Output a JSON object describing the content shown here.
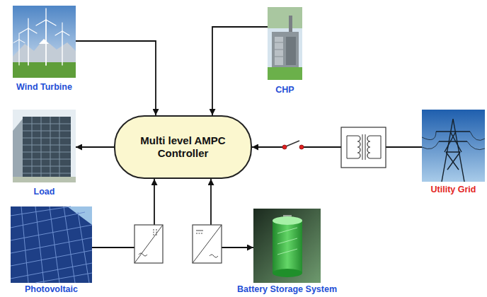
{
  "diagram": {
    "nodes": [
      {
        "text": [
          "Wind Turbine"
        ]
      },
      {
        "text": [
          "CHP"
        ]
      },
      {
        "text": [
          "Load"
        ]
      },
      {
        "text": [
          "Multi level AMPC Controller"
        ]
      },
      {
        "text": [
          "Utility Grid"
        ]
      },
      {
        "text": [
          "Photovoltaic"
        ]
      },
      {
        "text": [
          "Battery Storage System"
        ]
      }
    ],
    "edges": [
      {
        "from": 0,
        "to": 3,
        "arrow": "to"
      },
      {
        "from": 1,
        "to": 3,
        "arrow": "to"
      },
      {
        "from": 3,
        "to": 2,
        "arrow": "to"
      },
      {
        "from": 4,
        "to": 3,
        "arrow": "to"
      },
      {
        "from": 5,
        "to": 3,
        "arrow": "to"
      },
      {
        "from": 6,
        "to": 3,
        "arrow": "both"
      }
    ]
  }
}
